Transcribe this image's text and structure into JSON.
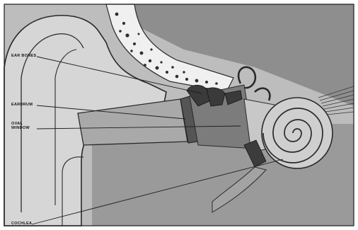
{
  "diagram": {
    "labels": {
      "ear_bones": "EAR BONES",
      "eardrum": "EARDRUM",
      "oval_window": "OVAL\nWINDOW",
      "cochlea": "COCHLEA"
    }
  }
}
